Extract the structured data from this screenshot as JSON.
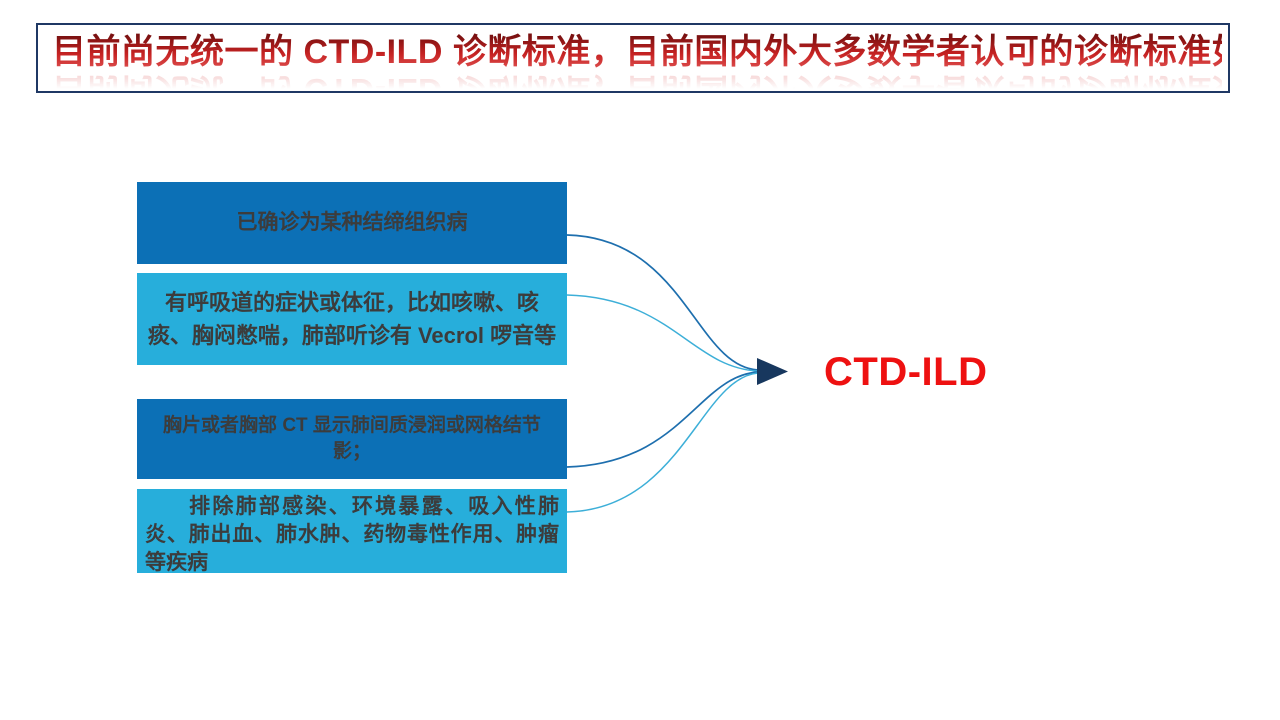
{
  "slide": {
    "background_color": "#ffffff"
  },
  "title": {
    "text": "目前尚无统一的 CTD-ILD 诊断标准，目前国内外大多数学者认可的诊断标准如下：",
    "text_color": "#b61c1c",
    "border_color": "#1f3864",
    "has_reflection_effect": true
  },
  "criteria_boxes": [
    {
      "text": "已确诊为某种结缔组织病",
      "background": "#0c70b6",
      "text_align": "center"
    },
    {
      "text": "有呼吸道的症状或体征，比如咳嗽、咳痰、胸闷憋喘，肺部听诊有 Vecrol 啰音等",
      "background": "#27aedb",
      "text_align": "center"
    },
    {
      "text": "胸片或者胸部 CT 显示肺间质浸润或网格结节影；",
      "background": "#0c70b6",
      "text_align": "center"
    },
    {
      "text": "排除肺部感染、环境暴露、吸入性肺炎、肺出血、肺水肿、药物毒性作用、肿瘤等疾病",
      "background": "#27aedb",
      "text_align": "left-indent"
    }
  ],
  "diagram": {
    "result_label": "CTD-ILD",
    "result_color": "#ee1111",
    "arrowhead_color": "#17375e",
    "connector_dark_color": "#1e6fae",
    "connector_light_color": "#3dafd8",
    "connector_count": 4
  }
}
